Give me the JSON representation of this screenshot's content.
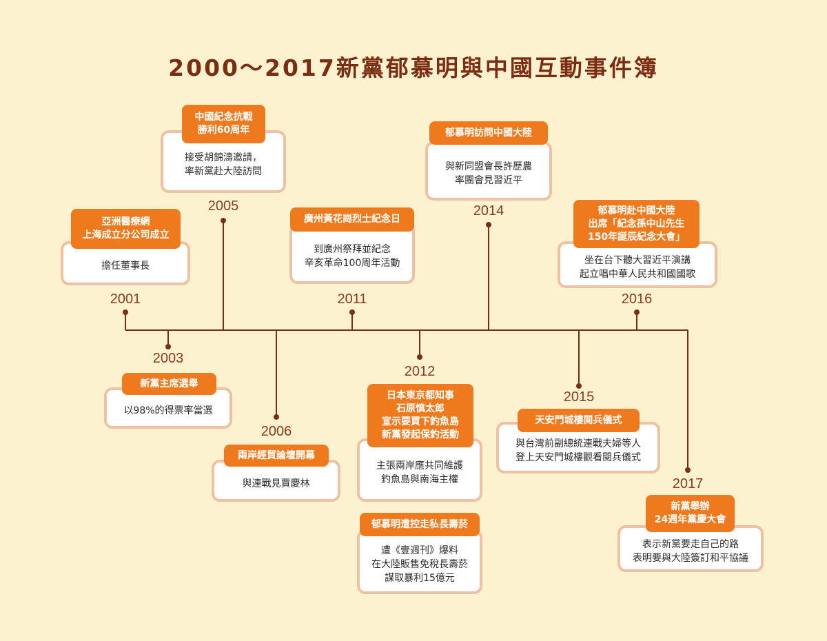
{
  "title": "2000～2017新黨郁慕明與中國互動事件簿",
  "colors": {
    "background": "#fdf2cf",
    "title": "#7a2d12",
    "line": "#7a2d12",
    "header_bg": "#ee7a1d",
    "body_border": "#efc1a3"
  },
  "events": [
    {
      "year": "2001",
      "header": "亞洲醫療網\n上海成立分公司成立",
      "body": "擔任董事長"
    },
    {
      "year": "2003",
      "header": "新黨主席選舉",
      "body": "以98%的得票率當選"
    },
    {
      "year": "2005",
      "header": "中國紀念抗戰\n勝利60周年",
      "body": "接受胡錦濤邀請，\n率新黨赴大陸訪問"
    },
    {
      "year": "2006",
      "header": "兩岸經貿論壇開幕",
      "body": "與連戰見賈慶林"
    },
    {
      "year": "2011",
      "header": "廣州黃花崗烈士紀念日",
      "body": "到廣州祭拜並紀念\n辛亥革命100周年活動"
    },
    {
      "year": "2012",
      "header": "日本東京都知事\n石原慎太郎\n宣示要買下釣魚島\n新黨發起保釣活動",
      "body": "主張兩岸應共同維護\n釣魚島與南海主權"
    },
    {
      "year": "",
      "header": "郁慕明遭控走私長壽菸",
      "body": "遭《壹週刊》爆料\n在大陸販售免稅長壽菸\n謀取暴利15億元"
    },
    {
      "year": "2014",
      "header": "郁慕明訪問中國大陸",
      "body": "與新同盟會長許歷農\n率團會見習近平"
    },
    {
      "year": "2015",
      "header": "天安門城樓閱兵儀式",
      "body": "與台灣前副總統連戰夫婦等人\n登上天安門城樓觀看閱兵儀式"
    },
    {
      "year": "2016",
      "header": "郁慕明赴中國大陸\n出席「紀念孫中山先生\n150年誕辰紀念大會」",
      "body": "坐在台下聽大習近平演講\n起立唱中華人民共和國國歌"
    },
    {
      "year": "2017",
      "header": "新黨舉辦\n24週年黨慶大會",
      "body": "表示新黨要走自己的路\n表明要與大陸簽訂和平協議"
    }
  ]
}
